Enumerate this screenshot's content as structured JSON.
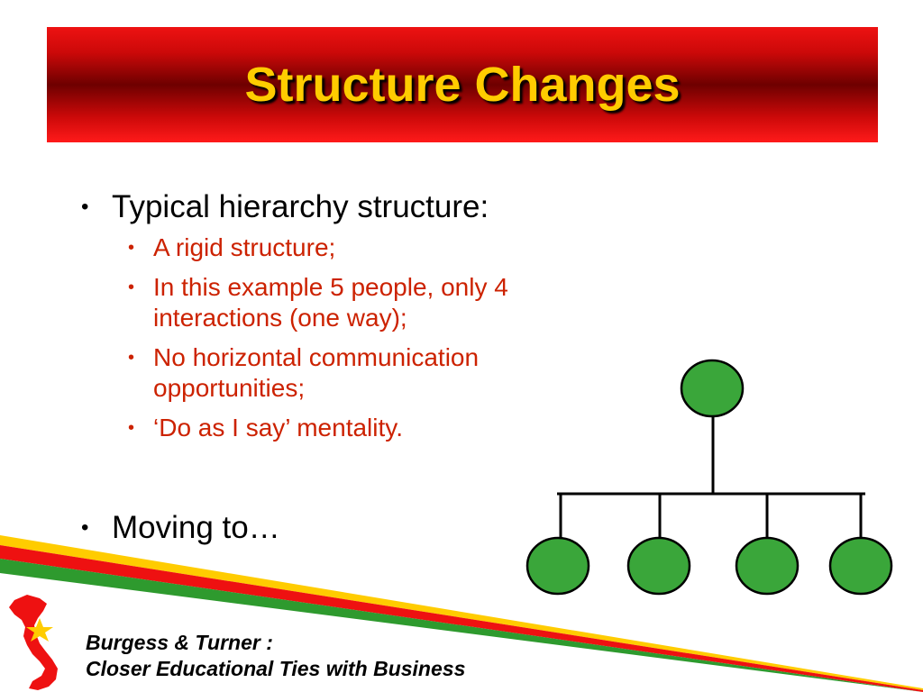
{
  "slide": {
    "title": "Structure Changes",
    "bullets": [
      {
        "text": "Typical hierarchy structure:",
        "sub": [
          "A rigid structure;",
          "In this example 5 people, only 4 interactions (one way);",
          "No horizontal communication opportunities;",
          "‘Do as I say’ mentality."
        ]
      },
      {
        "text": "Moving to…"
      }
    ],
    "footer": {
      "line1": "Burgess & Turner :",
      "line2": "Closer Educational Ties with Business"
    }
  },
  "colors": {
    "banner_red": "#cc0909",
    "title_yellow": "#ffcc00",
    "subbullet_red": "#cc2200",
    "node_green": "#3aa63a",
    "stripe_yellow": "#ffcc00",
    "stripe_red": "#ee1111",
    "stripe_green": "#2e9a2e"
  },
  "icons": {
    "logo": "vietnam-map-star-icon"
  }
}
